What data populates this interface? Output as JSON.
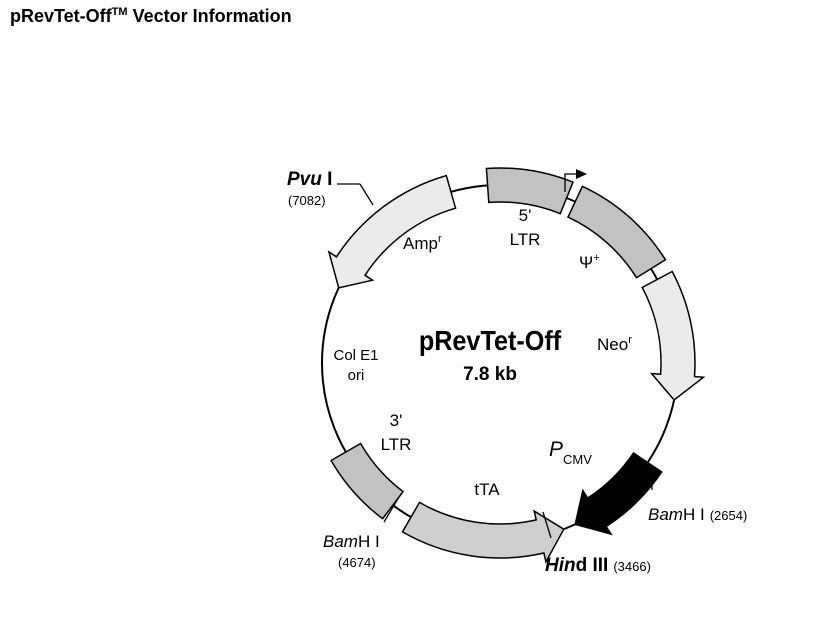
{
  "title": {
    "main": "pRevTet-Off",
    "tm": "TM",
    "rest": " Vector Information"
  },
  "plasmid": {
    "name": "pRevTet-Off",
    "size": "7.8 kb"
  },
  "features": {
    "ltr5": {
      "line1": "5'",
      "line2": "LTR"
    },
    "psi": {
      "symbol": "Ψ",
      "sup": "+"
    },
    "neo": {
      "base": "Neo",
      "sup": "r"
    },
    "pcmv": {
      "base": "P",
      "sub": "CMV"
    },
    "tta": {
      "label": "tTA"
    },
    "ltr3": {
      "line1": "3'",
      "line2": "LTR"
    },
    "ori": {
      "line1": "Col E1",
      "line2": "ori"
    },
    "amp": {
      "base": "Amp",
      "sup": "r"
    }
  },
  "sites": {
    "pvu": {
      "name_italic": "Pvu",
      "name_rest": " I",
      "position": "(7082)"
    },
    "bam_right": {
      "name_italic": "Bam",
      "name_rest": "H I",
      "position": "(2654)"
    },
    "hind": {
      "name_italic": "Hin",
      "name_rest": "d III",
      "position": "(3466)"
    },
    "bam_left": {
      "name_italic": "Bam",
      "name_rest": "H I",
      "position": "(4674)"
    }
  },
  "colors": {
    "ltr": "#c2c2c2",
    "psi": "#c2c2c2",
    "neo": "#ebebeb",
    "amp": "#ebebeb",
    "tta": "#cfcfcf",
    "pcmv": "#000000"
  }
}
